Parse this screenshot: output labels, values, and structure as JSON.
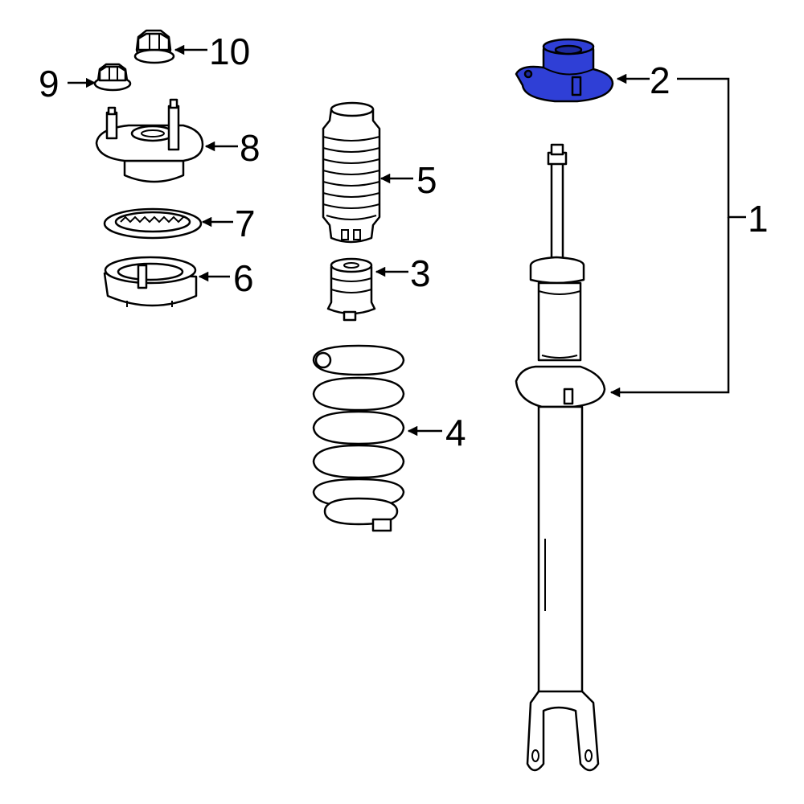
{
  "colors": {
    "background": "#ffffff",
    "line": "#000000",
    "highlight": "#2f3fd6"
  },
  "highlighted_part": "2",
  "callouts": [
    {
      "id": "1",
      "label": "1"
    },
    {
      "id": "2",
      "label": "2"
    },
    {
      "id": "3",
      "label": "3"
    },
    {
      "id": "4",
      "label": "4"
    },
    {
      "id": "5",
      "label": "5"
    },
    {
      "id": "6",
      "label": "6"
    },
    {
      "id": "7",
      "label": "7"
    },
    {
      "id": "8",
      "label": "8"
    },
    {
      "id": "9",
      "label": "9"
    },
    {
      "id": "10",
      "label": "10"
    }
  ]
}
